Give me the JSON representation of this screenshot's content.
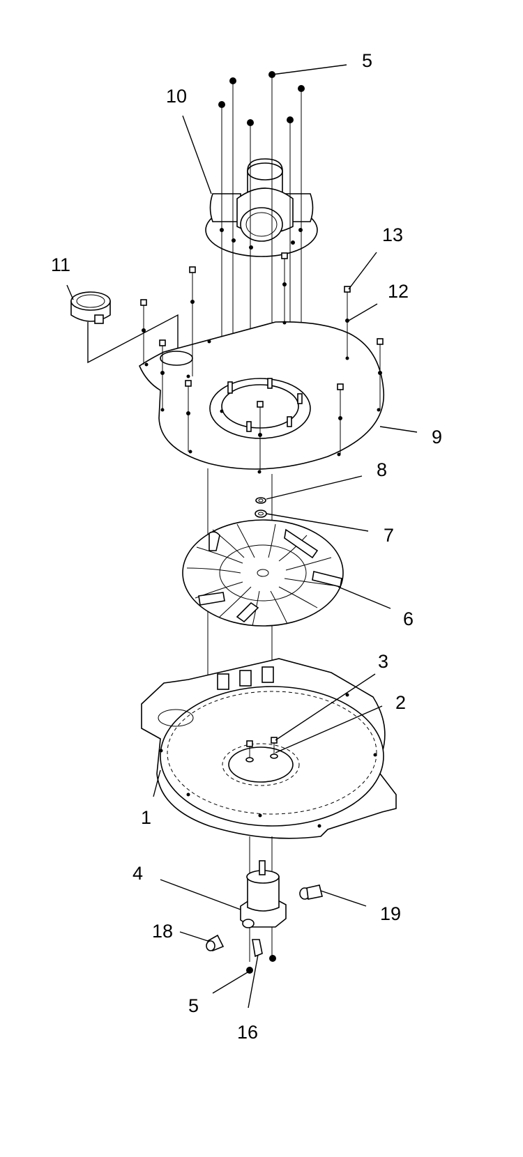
{
  "callouts": [
    {
      "id": "c5-top",
      "text": "5"
    },
    {
      "id": "c10",
      "text": "10"
    },
    {
      "id": "c13",
      "text": "13"
    },
    {
      "id": "c11",
      "text": "11"
    },
    {
      "id": "c12",
      "text": "12"
    },
    {
      "id": "c9",
      "text": "9"
    },
    {
      "id": "c8",
      "text": "8"
    },
    {
      "id": "c7",
      "text": "7"
    },
    {
      "id": "c6",
      "text": "6"
    },
    {
      "id": "c3",
      "text": "3"
    },
    {
      "id": "c2",
      "text": "2"
    },
    {
      "id": "c1",
      "text": "1"
    },
    {
      "id": "c4",
      "text": "4"
    },
    {
      "id": "c19",
      "text": "19"
    },
    {
      "id": "c18",
      "text": "18"
    },
    {
      "id": "c5-bottom",
      "text": "5"
    },
    {
      "id": "c16",
      "text": "16"
    }
  ]
}
